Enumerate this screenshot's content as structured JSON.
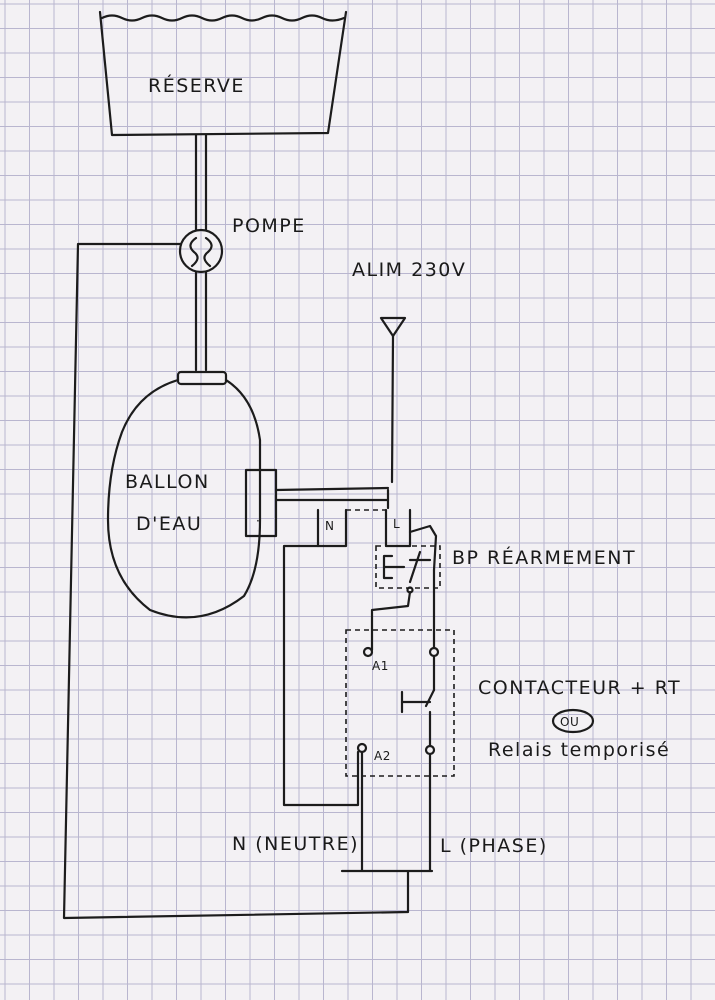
{
  "labels": {
    "reserve": "RÉSERVE",
    "pompe": "POMPE",
    "alim": "ALIM 230V",
    "ballon_line1": "BALLON",
    "ballon_line2": "D'EAU",
    "n_terminal": "N",
    "l_terminal": "L",
    "bp": "BP RÉARMEMENT",
    "a1": "A1",
    "a2": "A2",
    "contacteur": "CONTACTEUR + RT",
    "ou": "OU",
    "relais": "Relais temporisé",
    "neutre": "N (NEUTRE)",
    "phase": "L (PHASE)"
  }
}
